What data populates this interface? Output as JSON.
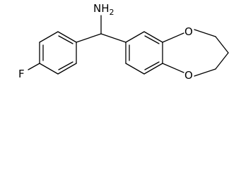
{
  "molecule": {
    "atom_labels": {
      "amine": "NH2",
      "fluorine": "F",
      "oxygen_top": "O",
      "oxygen_bottom": "O"
    },
    "colors": {
      "bond": "#000000",
      "label": "#000000",
      "background": "#ffffff"
    }
  }
}
